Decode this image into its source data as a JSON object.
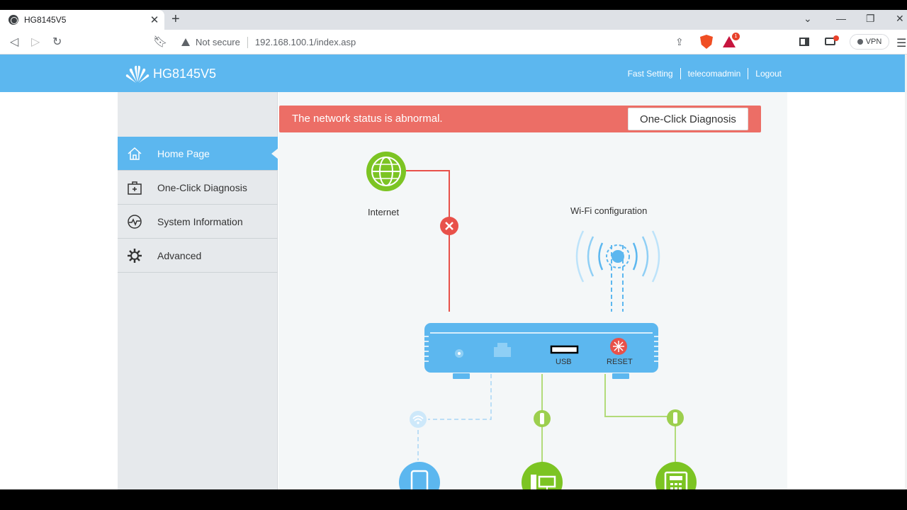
{
  "browser": {
    "tab_title": "HG8145V5",
    "tab_close": "✕",
    "new_tab": "+",
    "security_label": "Not secure",
    "url": "192.168.100.1/index.asp",
    "vpn_label": "VPN",
    "rewards_count": "1"
  },
  "header": {
    "logo_text": "HG8145V5",
    "nav": [
      "Fast Setting",
      "telecomadmin",
      "Logout"
    ]
  },
  "sidebar": {
    "items": [
      {
        "label": "Home Page",
        "icon": "home-icon",
        "active": true
      },
      {
        "label": "One-Click Diagnosis",
        "icon": "first-aid-icon",
        "active": false
      },
      {
        "label": "System Information",
        "icon": "pulse-icon",
        "active": false
      },
      {
        "label": "Advanced",
        "icon": "gear-icon",
        "active": false
      }
    ]
  },
  "main": {
    "alert_text": "The network status is abnormal.",
    "diagnosis_button": "One-Click Diagnosis",
    "internet_label": "Internet",
    "wifi_label": "Wi-Fi configuration",
    "usb_label": "USB",
    "reset_label": "RESET"
  },
  "colors": {
    "header_blue": "#5cb7ef",
    "alert_red": "#ec6e66",
    "error_red": "#e8514a",
    "lan_green": "#7cc423",
    "wireless_blue": "#5cb7ef"
  }
}
